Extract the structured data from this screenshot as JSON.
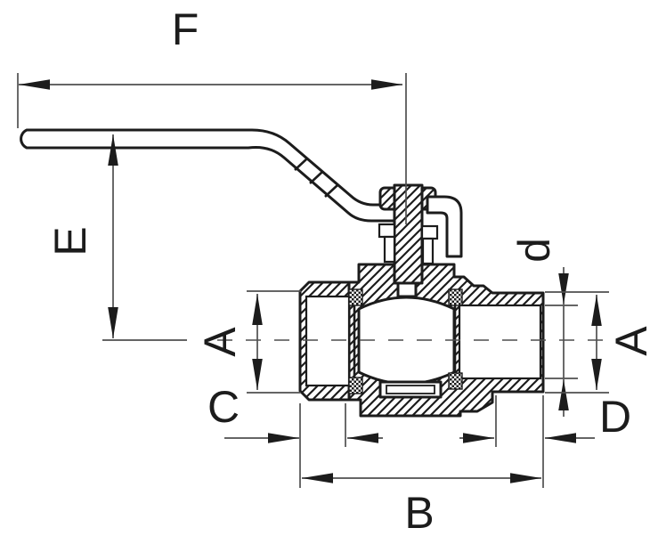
{
  "drawing": {
    "kind": "ball-valve-cross-section-dimensional-drawing",
    "labels": {
      "f": "F",
      "e": "E",
      "a_left": "A",
      "a_right": "A",
      "d_small": "d",
      "c": "C",
      "d_large": "D",
      "b": "B"
    },
    "colors": {
      "ink": "#1c1c1c",
      "thin_line": "#4f4f4f",
      "background": "#ffffff"
    }
  }
}
